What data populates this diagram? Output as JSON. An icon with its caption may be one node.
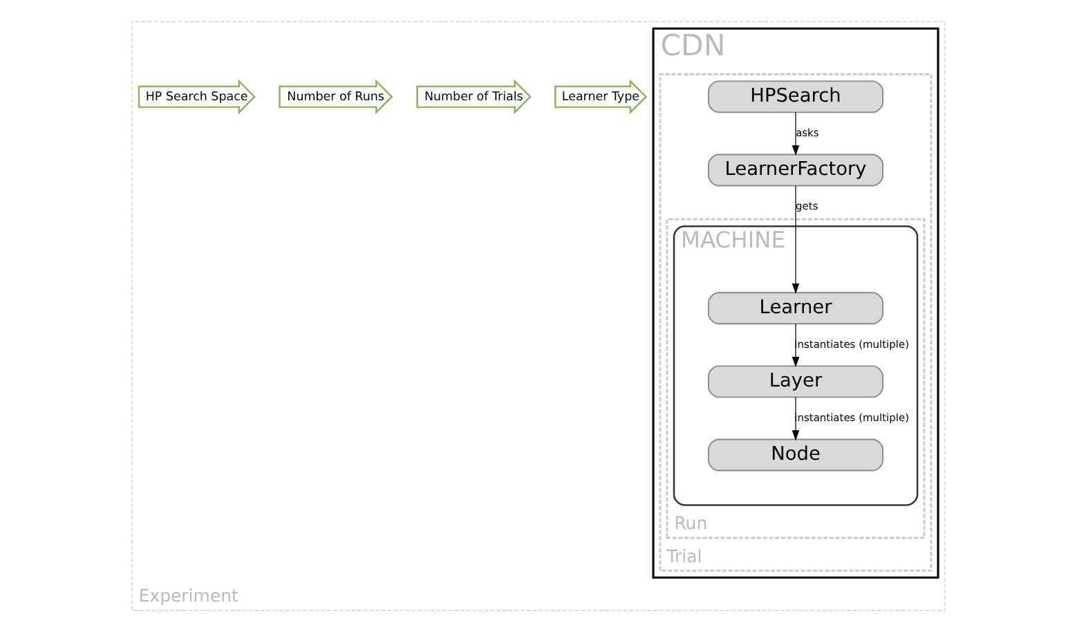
{
  "diagram": {
    "nodes": [
      {
        "text": [
          "Experiment"
        ]
      },
      {
        "text": [
          "CDN"
        ],
        "in": 0
      },
      {
        "text": [
          "Learner Type"
        ],
        "in": 0
      },
      {
        "text": [
          "Number of Trials"
        ],
        "in": 0
      },
      {
        "text": [
          "Number of Runs"
        ],
        "in": 0
      },
      {
        "text": [
          "HP Search Space"
        ],
        "in": 0
      },
      {
        "text": [
          "Trial"
        ],
        "in": 1
      },
      {
        "text": [
          "HPSearch"
        ],
        "in": 6
      },
      {
        "text": [
          "LearnerFactory"
        ],
        "in": 6
      },
      {
        "text": [
          "Run"
        ],
        "in": 6
      },
      {
        "text": [
          "MACHINE"
        ],
        "in": 9
      },
      {
        "text": [
          "Learner"
        ],
        "in": 10
      },
      {
        "text": [
          "Layer"
        ],
        "in": 10
      },
      {
        "text": [
          "Node"
        ],
        "in": 10
      }
    ],
    "edges": [
      {
        "from": 7,
        "to": 8,
        "arrow": "to",
        "label": "asks"
      },
      {
        "from": 8,
        "to": 11,
        "arrow": "to",
        "label": "gets"
      },
      {
        "from": 11,
        "to": 12,
        "arrow": "to",
        "label": "instantiates (multiple)"
      },
      {
        "from": 12,
        "to": 13,
        "arrow": "to",
        "label": "instantiates (multiple)"
      }
    ]
  }
}
